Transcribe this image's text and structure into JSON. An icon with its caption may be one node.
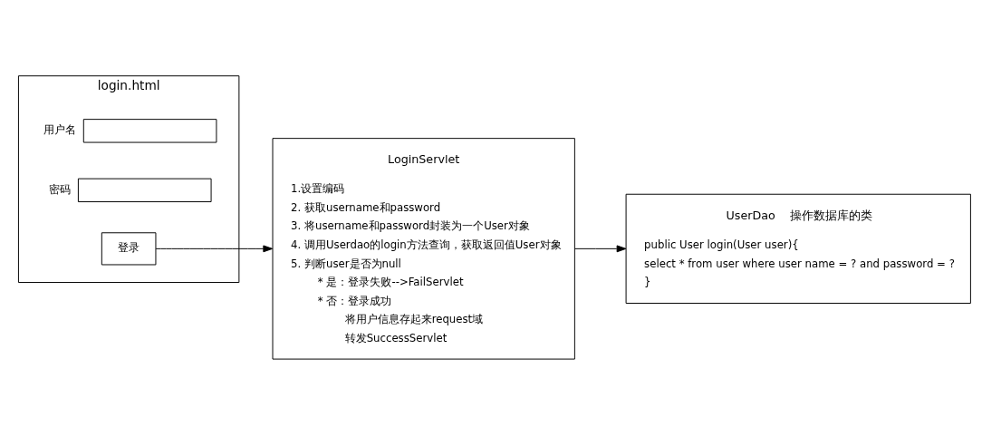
{
  "diagram": {
    "nodes": [
      {
        "text": [
          "login.html"
        ]
      },
      {
        "text": [],
        "shape": "box",
        "in": 0,
        "beside": [
          "用户名"
        ]
      },
      {
        "text": [],
        "shape": "box",
        "in": 0,
        "beside": [
          "密码"
        ]
      },
      {
        "text": [
          "登录"
        ],
        "in": 0
      },
      {
        "text": [
          "LoginServlet",
          "1.设置编码",
          "2. 获取username和password",
          "3. 将username和password封装为一个User对象",
          "4. 调用Userdao的login方法查询，获取返回值User对象",
          "5. 判断user是否为null",
          "* 是：登录失败-->FailServlet",
          "* 否：登录成功",
          "将用户信息存起来request域",
          "转发SuccessServlet"
        ]
      },
      {
        "text": [
          "UserDao    操作数据库的类",
          "public User login(User user){",
          "select * from user where user name = ? and password = ?",
          "}"
        ]
      }
    ],
    "edges": [
      {
        "from": 3,
        "to": 4,
        "arrow": "to"
      },
      {
        "from": 4,
        "to": 5,
        "arrow": "to"
      }
    ]
  }
}
